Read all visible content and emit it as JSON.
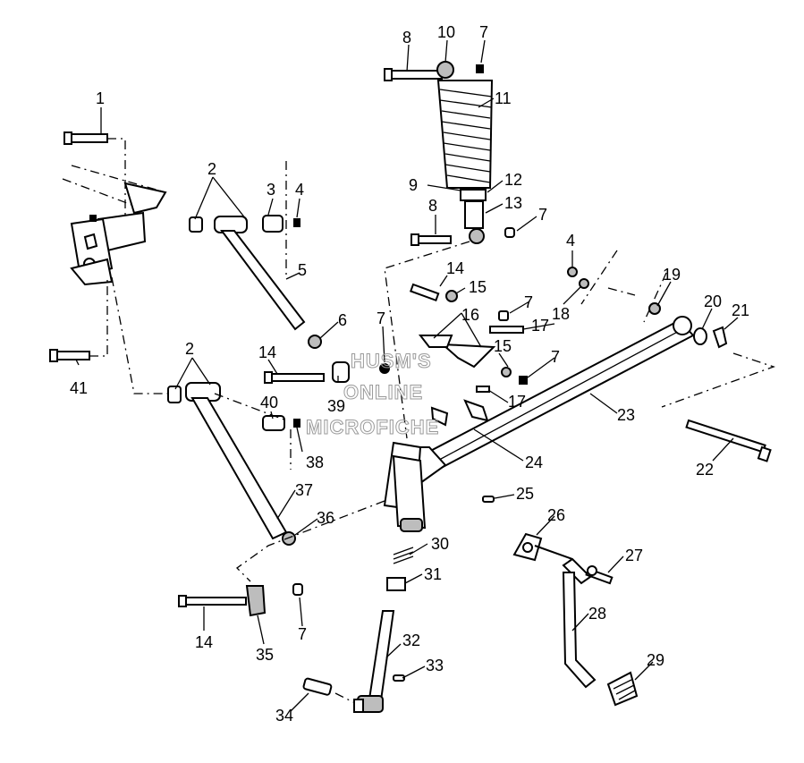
{
  "watermark": [
    "HUSM'S",
    "ONLINE",
    "MICROFICHE"
  ],
  "callouts": [
    {
      "id": "c1",
      "text": "1"
    },
    {
      "id": "c2a",
      "text": "2"
    },
    {
      "id": "c3",
      "text": "3"
    },
    {
      "id": "c4a",
      "text": "4"
    },
    {
      "id": "c5",
      "text": "5"
    },
    {
      "id": "c6",
      "text": "6"
    },
    {
      "id": "c7a",
      "text": "7"
    },
    {
      "id": "c8a",
      "text": "8"
    },
    {
      "id": "c10",
      "text": "10"
    },
    {
      "id": "c7b",
      "text": "7"
    },
    {
      "id": "c11",
      "text": "11"
    },
    {
      "id": "c9",
      "text": "9"
    },
    {
      "id": "c12",
      "text": "12"
    },
    {
      "id": "c13",
      "text": "13"
    },
    {
      "id": "c8b",
      "text": "8"
    },
    {
      "id": "c7c",
      "text": "7"
    },
    {
      "id": "c4b",
      "text": "4"
    },
    {
      "id": "c14a",
      "text": "14"
    },
    {
      "id": "c15a",
      "text": "15"
    },
    {
      "id": "c7d",
      "text": "7"
    },
    {
      "id": "c16",
      "text": "16"
    },
    {
      "id": "c17a",
      "text": "17"
    },
    {
      "id": "c18",
      "text": "18"
    },
    {
      "id": "c19",
      "text": "19"
    },
    {
      "id": "c20",
      "text": "20"
    },
    {
      "id": "c21",
      "text": "21"
    },
    {
      "id": "c2b",
      "text": "2"
    },
    {
      "id": "c14b",
      "text": "14"
    },
    {
      "id": "c41",
      "text": "41"
    },
    {
      "id": "c40",
      "text": "40"
    },
    {
      "id": "c39",
      "text": "39"
    },
    {
      "id": "c38",
      "text": "38"
    },
    {
      "id": "c15b",
      "text": "15"
    },
    {
      "id": "c7e",
      "text": "7"
    },
    {
      "id": "c17b",
      "text": "17"
    },
    {
      "id": "c23",
      "text": "23"
    },
    {
      "id": "c24",
      "text": "24"
    },
    {
      "id": "c22",
      "text": "22"
    },
    {
      "id": "c37",
      "text": "37"
    },
    {
      "id": "c25",
      "text": "25"
    },
    {
      "id": "c36",
      "text": "36"
    },
    {
      "id": "c26",
      "text": "26"
    },
    {
      "id": "c30",
      "text": "30"
    },
    {
      "id": "c27",
      "text": "27"
    },
    {
      "id": "c31",
      "text": "31"
    },
    {
      "id": "c28",
      "text": "28"
    },
    {
      "id": "c14c",
      "text": "14"
    },
    {
      "id": "c7f",
      "text": "7"
    },
    {
      "id": "c35",
      "text": "35"
    },
    {
      "id": "c32",
      "text": "32"
    },
    {
      "id": "c29",
      "text": "29"
    },
    {
      "id": "c33",
      "text": "33"
    },
    {
      "id": "c34",
      "text": "34"
    }
  ]
}
